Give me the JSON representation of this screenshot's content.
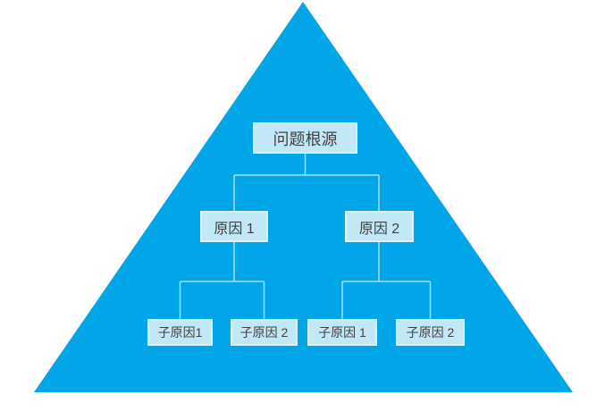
{
  "colors": {
    "background": "#FFFFFF",
    "triangle": "#00A6E8",
    "node_fill": "#C2E8F8",
    "node_border": "#DCF2FB",
    "connector": "#A7DEF6",
    "text": "#3F3F3F"
  },
  "tree": {
    "type": "pyramid-cause-tree",
    "root": {
      "label": "问题根源",
      "children": [
        {
          "label": "原因 1",
          "children": [
            {
              "label": "子原因1"
            },
            {
              "label": "子原因 2"
            }
          ]
        },
        {
          "label": "原因 2",
          "children": [
            {
              "label": "子原因 1"
            },
            {
              "label": "子原因 2"
            }
          ]
        }
      ]
    }
  }
}
